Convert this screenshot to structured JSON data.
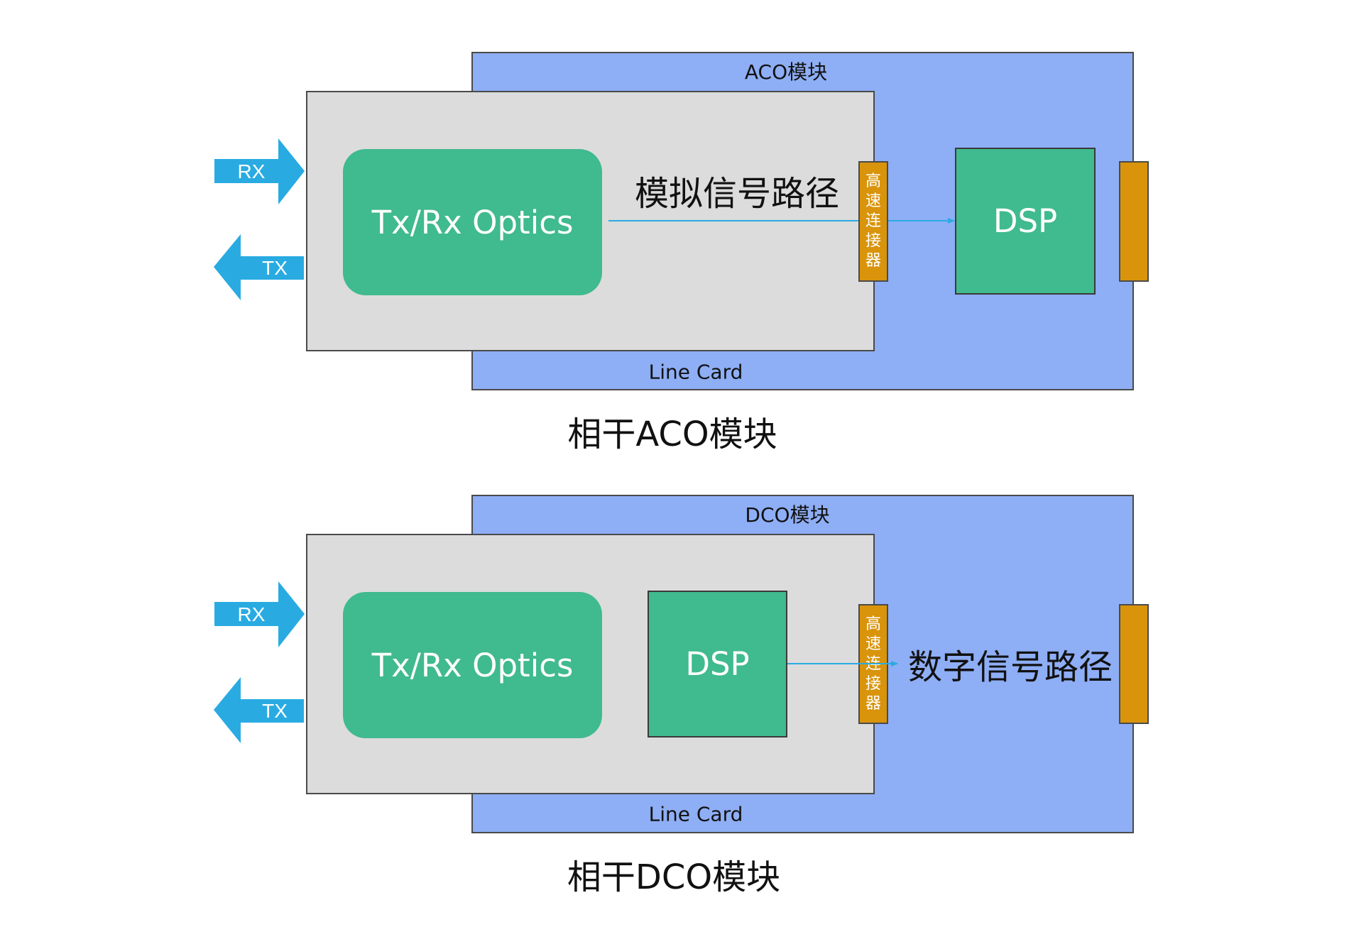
{
  "aco": {
    "module_label": "ACO模块",
    "line_card_label": "Line Card",
    "optics_label": "Tx/Rx Optics",
    "path_label": "模拟信号路径",
    "connector_chars": [
      "高",
      "速",
      "连",
      "接",
      "器"
    ],
    "dsp_label": "DSP",
    "title": "相干ACO模块",
    "rx_label": "RX",
    "tx_label": "TX"
  },
  "dco": {
    "module_label": "DCO模块",
    "line_card_label": "Line Card",
    "optics_label": "Tx/Rx Optics",
    "path_label": "数字信号路径",
    "connector_chars": [
      "高",
      "速",
      "连",
      "接",
      "器"
    ],
    "dsp_label": "DSP",
    "title": "相干DCO模块",
    "rx_label": "RX",
    "tx_label": "TX"
  },
  "colors": {
    "module_blue": "#8eaef5",
    "line_card_gray": "#dcdcdc",
    "block_green": "#40ba8f",
    "connector_orange": "#d9940b",
    "arrow_blue": "#29abe2"
  }
}
